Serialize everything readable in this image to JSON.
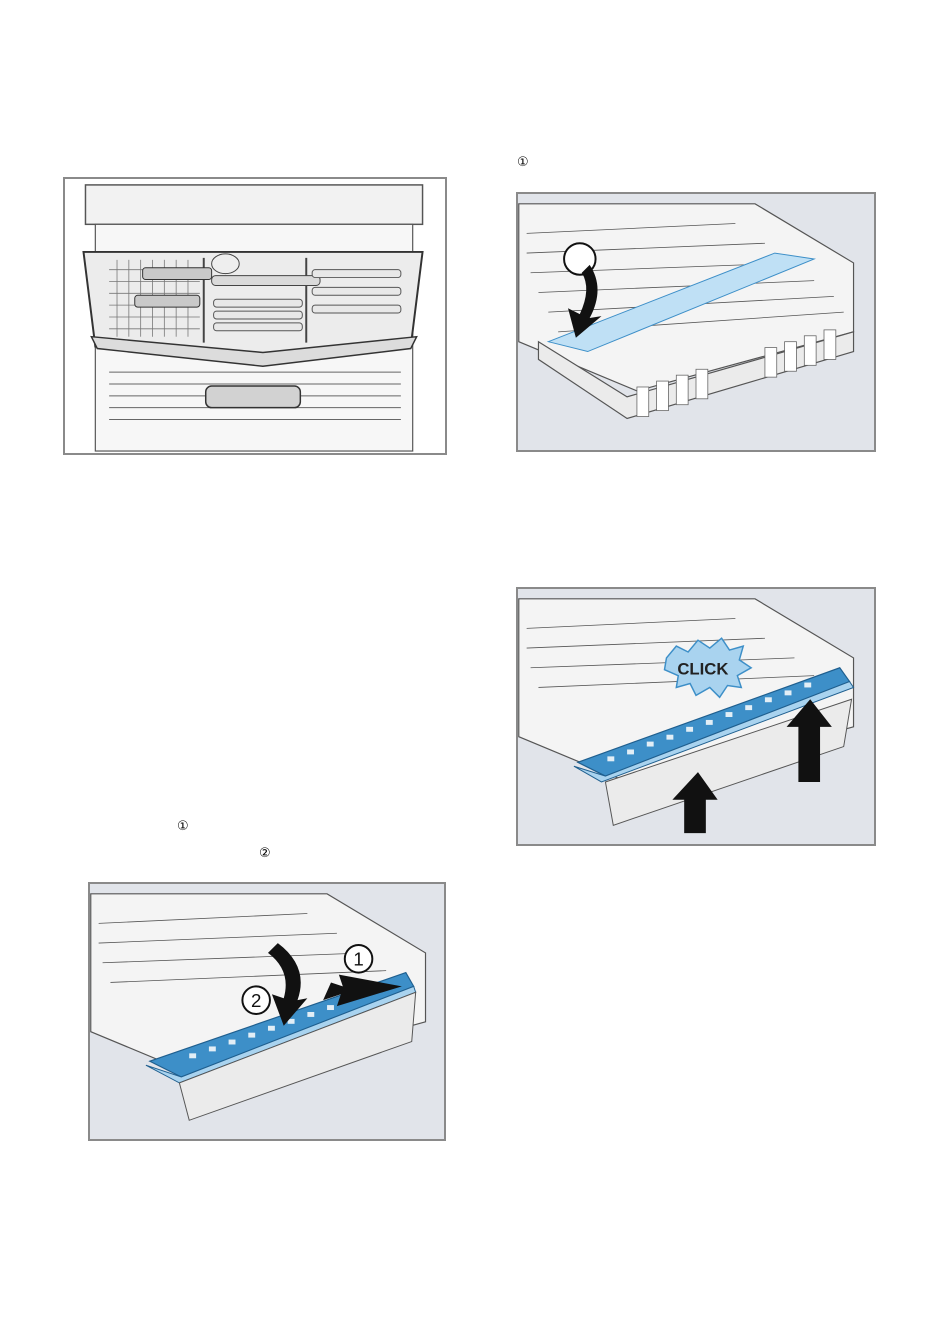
{
  "markers": {
    "top_right": "①",
    "bottom_left_1": "①",
    "bottom_left_2": "②"
  },
  "figures": {
    "click_badge": "CLICK",
    "arrow_1": "1",
    "arrow_2": "2"
  },
  "colors": {
    "frame_border": "#8a8a8a",
    "frame_background": "#e1e4ea",
    "tray_blue": "#3d8fc8",
    "tray_blue_light": "#a9d3ef",
    "arrow": "#111111"
  }
}
